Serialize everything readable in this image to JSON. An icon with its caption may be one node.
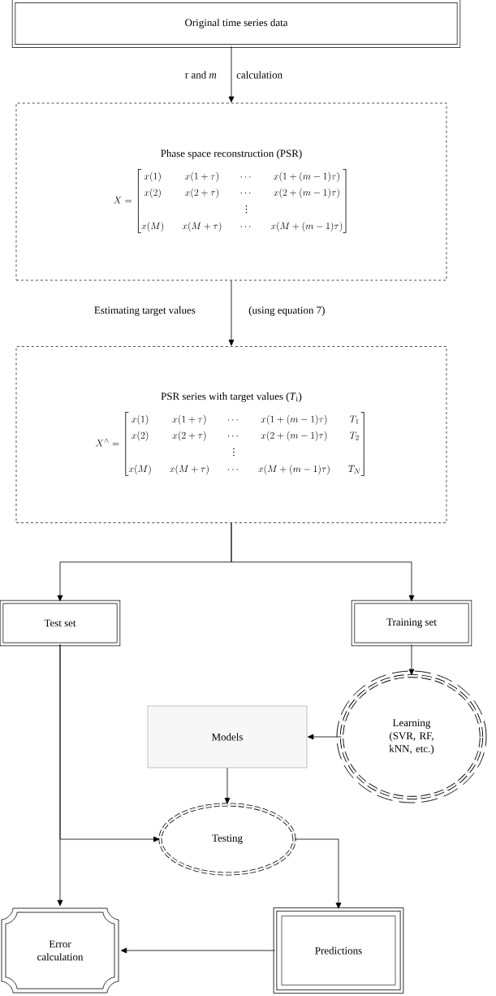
{
  "diagram": {
    "nodes": [
      {
        "text": [
          "Original time series data"
        ]
      },
      {
        "text": [
          "Phase space reconstruction (PSR)",
          "X = \\begin{bmatrix} x(1) & x(1+\\tau) & \\cdots & x(1+(m-1)\\tau) \\\\ x(2) & x(2+\\tau) & \\cdots & x(2+(m-1)\\tau) \\\\ & & \\vdots & \\\\ x(M) & x(M+\\tau) & \\cdots & x(M+(m-1)\\tau) \\end{bmatrix}"
        ]
      },
      {
        "text": [
          "PSR series with target values (*T*$_{i}$)",
          "X^{\\wedge} = \\begin{bmatrix} x(1) & x(1+\\tau) & \\cdots & x(1+(m-1)\\tau) & T_1 \\\\ x(2) & x(2+\\tau) & \\cdots & x(2+(m-1)\\tau) & T_2 \\\\ & & \\vdots & & \\\\ x(M) & x(M+\\tau) & \\cdots & x(M+(m-1)\\tau) & T_N \\end{bmatrix}"
        ]
      },
      {
        "text": [
          "Test set"
        ]
      },
      {
        "text": [
          "Training set"
        ]
      },
      {
        "text": [
          "Learning (SVR, RF, kNN, etc.)"
        ]
      },
      {
        "text": [
          "Models"
        ]
      },
      {
        "text": [
          "Testing"
        ]
      },
      {
        "text": [
          "Error calculation"
        ]
      },
      {
        "text": [
          "Predictions"
        ]
      }
    ],
    "edges": [
      {
        "from": 0,
        "to": 1,
        "arrow": "to",
        "label": "*τ* and *m*"
      },
      {
        "from": 1,
        "to": 2,
        "arrow": "to",
        "label": "Estimating target values"
      },
      {
        "from": 2,
        "to": 3,
        "arrow": "to"
      },
      {
        "from": 2,
        "to": 4,
        "arrow": "to"
      },
      {
        "from": 4,
        "to": 5,
        "arrow": "to"
      },
      {
        "from": 5,
        "to": 6,
        "arrow": "to"
      },
      {
        "from": 6,
        "to": 7,
        "arrow": "to"
      },
      {
        "from": 3,
        "to": 7,
        "arrow": "to"
      },
      {
        "from": 3,
        "to": 8,
        "arrow": "to"
      },
      {
        "from": 7,
        "to": 9,
        "arrow": "to"
      },
      {
        "from": 9,
        "to": 8,
        "arrow": "to"
      }
    ],
    "labels": [
      "calculation",
      "(using equation 7)"
    ]
  }
}
